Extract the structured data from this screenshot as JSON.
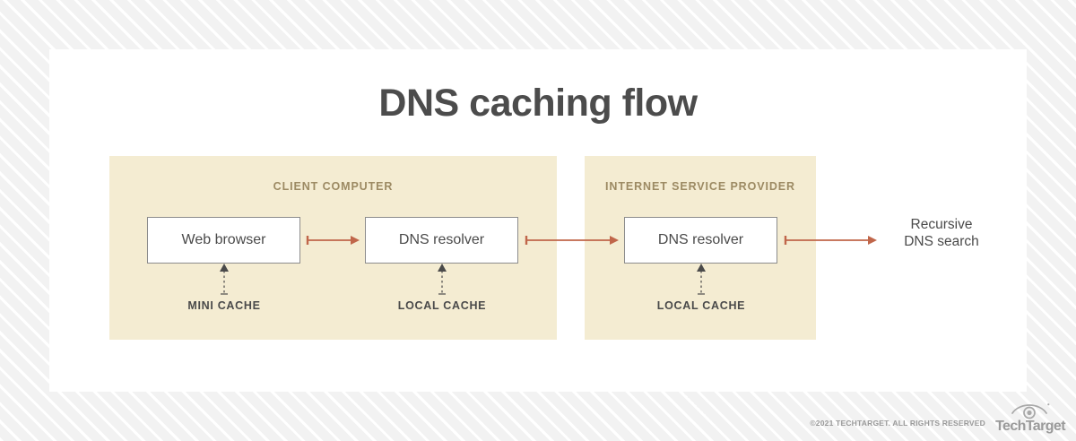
{
  "diagram": {
    "title": "DNS caching flow",
    "accent_color": "#c0664a",
    "panel_color": "#f4ecd2",
    "panel_label_color": "#9c8a63",
    "title_color": "#4c4c4c",
    "panels": [
      {
        "label": "CLIENT COMPUTER"
      },
      {
        "label": "INTERNET SERVICE PROVIDER"
      }
    ],
    "nodes": [
      {
        "label": "Web browser"
      },
      {
        "label": "DNS resolver"
      },
      {
        "label": "DNS resolver"
      }
    ],
    "caches": [
      {
        "label": "MINI CACHE"
      },
      {
        "label": "LOCAL CACHE"
      },
      {
        "label": "LOCAL CACHE"
      }
    ],
    "outcome": {
      "line1": "Recursive",
      "line2": "DNS search"
    }
  },
  "footer": {
    "copyright": "©2021 TECHTARGET. ALL RIGHTS RESERVED",
    "brand": "TechTarget"
  }
}
